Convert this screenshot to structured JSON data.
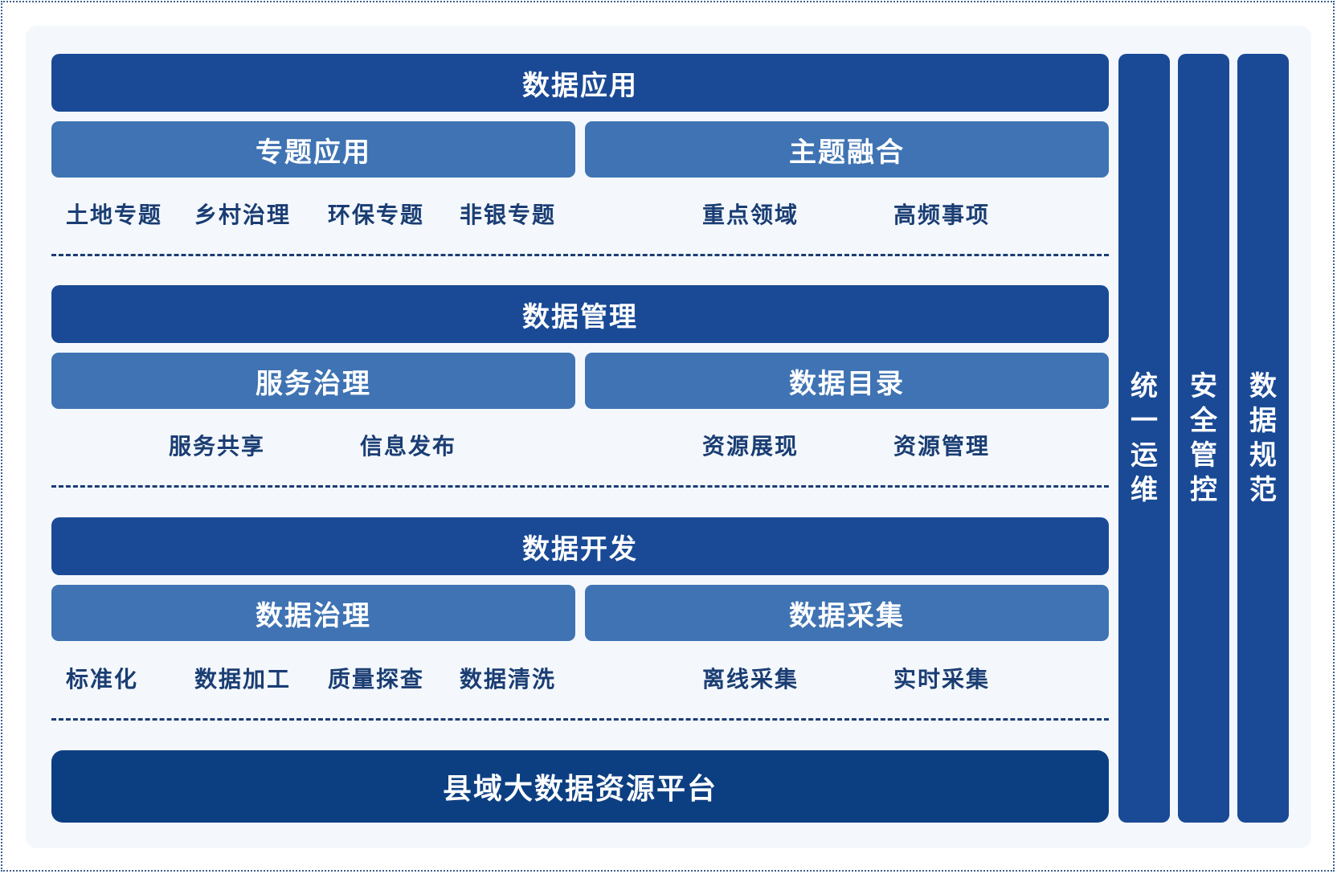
{
  "layers": {
    "application": {
      "title": "数据应用",
      "left_group": {
        "title": "专题应用",
        "items": [
          "土地专题",
          "乡村治理",
          "环保专题",
          "非银专题"
        ]
      },
      "right_group": {
        "title": "主题融合",
        "items": [
          "重点领域",
          "高频事项"
        ]
      }
    },
    "management": {
      "title": "数据管理",
      "left_group": {
        "title": "服务治理",
        "items": [
          "服务共享",
          "信息发布"
        ]
      },
      "right_group": {
        "title": "数据目录",
        "items": [
          "资源展现",
          "资源管理"
        ]
      }
    },
    "development": {
      "title": "数据开发",
      "left_group": {
        "title": "数据治理",
        "items": [
          "标准化",
          "数据加工",
          "质量探查",
          "数据清洗"
        ]
      },
      "right_group": {
        "title": "数据采集",
        "items": [
          "离线采集",
          "实时采集"
        ]
      }
    }
  },
  "platform": {
    "title": "县域大数据资源平台"
  },
  "side_columns": [
    {
      "title": "统一运维"
    },
    {
      "title": "安全管控"
    },
    {
      "title": "数据规范"
    }
  ],
  "colors": {
    "dark_bar": "#1a4a96",
    "light_bar": "#3f73b3",
    "base_bar": "#0c3f82",
    "item_text": "#1a3d73",
    "panel_bg": "#f4f8fc"
  }
}
